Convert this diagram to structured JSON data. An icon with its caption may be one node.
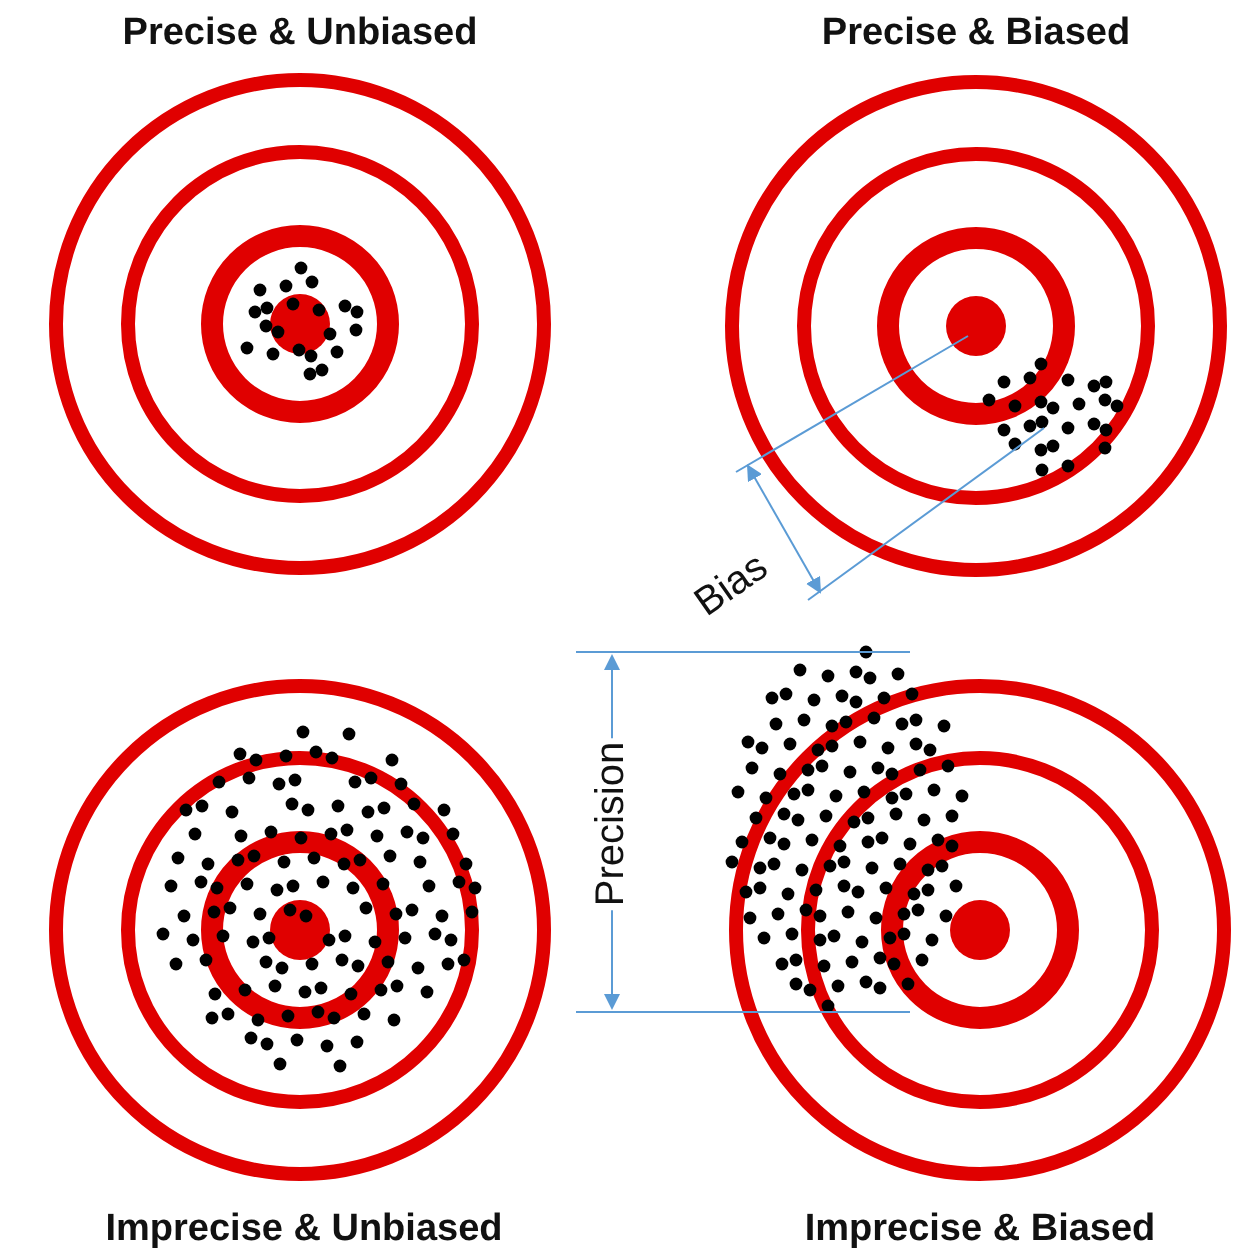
{
  "diagram": {
    "labels": [
      "Precise & Unbiased",
      "Precise & Biased",
      "Bias",
      "Precision",
      "Imprecise & Unbiased",
      "Imprecise & Biased"
    ]
  }
}
